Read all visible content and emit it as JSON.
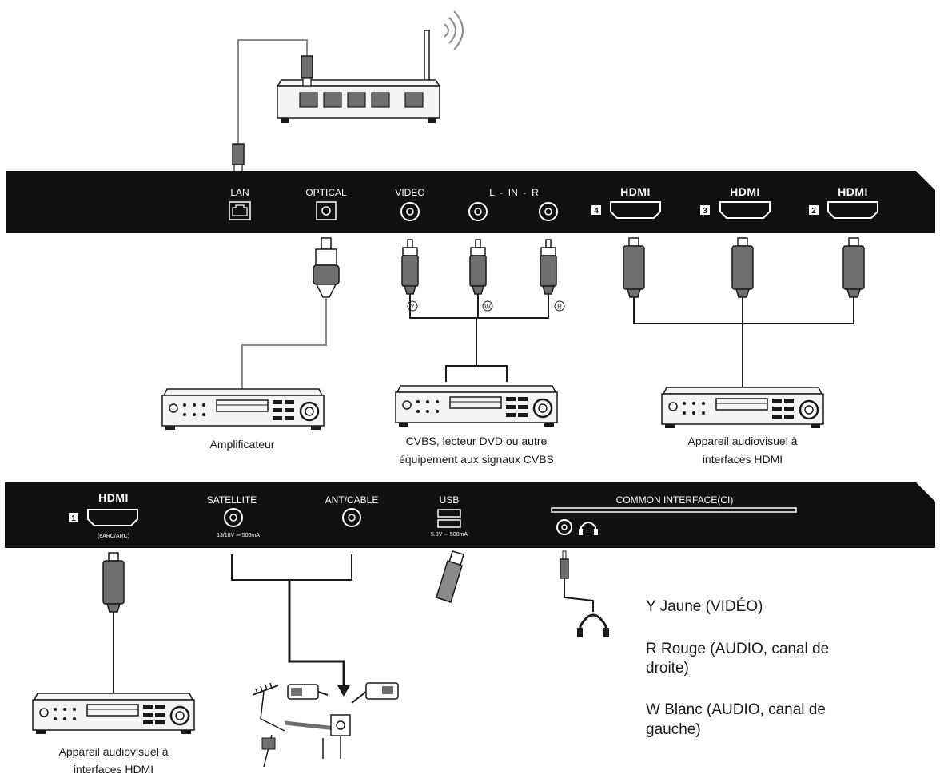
{
  "panel_top": {
    "ports": {
      "lan": "LAN",
      "optical": "OPTICAL",
      "video": "VIDEO",
      "audio_in": "L  -  IN  -  R",
      "hdmi_logo": "HDMI",
      "hdmi_4": "4",
      "hdmi_3": "3",
      "hdmi_2": "2"
    }
  },
  "panel_bottom": {
    "ports": {
      "hdmi_logo": "HDMI",
      "hdmi_1": "1",
      "hdmi_1_note": "(eARC/ARC)",
      "satellite": "SATELLITE",
      "satellite_spec": "13/18V ⎓ 500mA",
      "ant_cable": "ANT/CABLE",
      "usb": "USB",
      "usb_spec": "5.0V ⎓ 500mA",
      "ci": "COMMON INTERFACE(CI)"
    }
  },
  "plug_markers": {
    "y": "Y",
    "w": "W",
    "r": "R"
  },
  "devices": {
    "amplifier": "Amplificateur",
    "cvbs_line1": "CVBS, lecteur DVD ou autre",
    "cvbs_line2": "équipement aux signaux CVBS",
    "hdmi_top_line1": "Appareil audiovisuel à",
    "hdmi_top_line2": "interfaces HDMI",
    "hdmi_bottom_line1": "Appareil audiovisuel à",
    "hdmi_bottom_line2": "interfaces HDMI"
  },
  "legend": {
    "y": "Y Jaune (VIDÉO)",
    "r_line1": "R Rouge (AUDIO, canal de",
    "r_line2": "droite)",
    "w_line1": "W Blanc (AUDIO, canal de",
    "w_line2": "gauche)"
  }
}
